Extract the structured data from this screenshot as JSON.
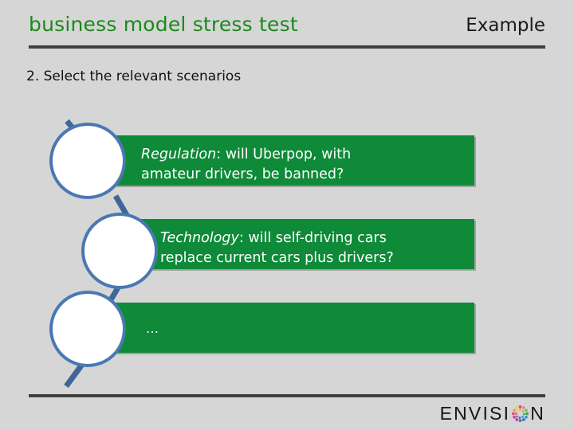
{
  "header": {
    "title": "business model stress test",
    "corner_label": "Example",
    "title_color": "#1b8a1b",
    "rule_color": "#3f3f3f"
  },
  "subtitle": "2. Select the relevant scenarios",
  "theme": {
    "background": "#d6d6d6",
    "bar_green": "#0e8a38",
    "circle_outline": "#4a78b2",
    "circle_fill": "#ffffff",
    "bar_text_color": "#ffffff"
  },
  "diagram": {
    "name": "scenario-chain",
    "items": [
      {
        "id": "scenario-regulation",
        "emphasis": "Regulation",
        "separator": ": ",
        "text": "will Uberpop, with\namateur drivers, be banned?",
        "marker": "empty-circle"
      },
      {
        "id": "scenario-technology",
        "emphasis": "Technology",
        "separator": ": ",
        "text": "will self-driving cars\nreplace current cars plus drivers?",
        "marker": "empty-circle"
      },
      {
        "id": "scenario-more",
        "emphasis": "",
        "separator": "",
        "text": "…",
        "marker": "empty-circle"
      }
    ]
  },
  "footer": {
    "logo_part1": "ENVISI",
    "logo_part2": "N",
    "logo_icon": "multicolor-dot-ring"
  }
}
